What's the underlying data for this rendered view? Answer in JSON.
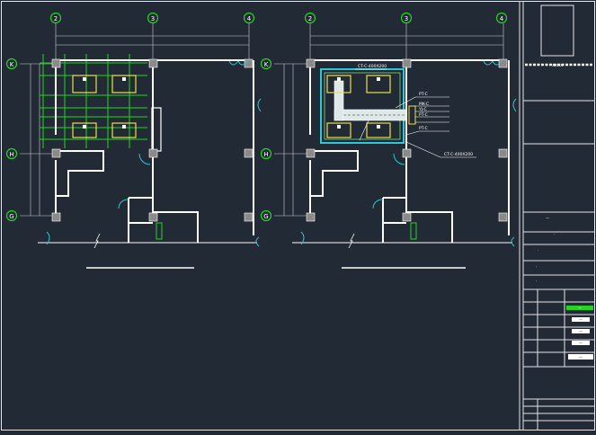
{
  "colors": {
    "background": "#222a35",
    "frame": "#e6e6e6",
    "wall": "#ffffff",
    "grid_green": "#22d622",
    "door_cyan": "#2fc6d8",
    "light_yellow": "#e8e04a",
    "duct_green": "#7fe07f",
    "column_fill": "#8a8a8a",
    "dimension": "#cfcfcf"
  },
  "axes": {
    "left_plan": {
      "columns": [
        "2",
        "3",
        "4"
      ],
      "rows": [
        "K",
        "H",
        "G"
      ]
    },
    "right_plan": {
      "columns": [
        "2",
        "3",
        "4"
      ],
      "rows": [
        "K",
        "H",
        "G"
      ]
    }
  },
  "right_plan_annotations": {
    "duct_top": "CT-C-400X200",
    "duct_right": "CT-C-400X200",
    "note_1": "PT-C",
    "note_2": "MK-C",
    "note_3": "YJ-C",
    "note_4": "PT-C",
    "note_5": "PT-C"
  },
  "title_block": {
    "project_title": "xxxx",
    "row_texts": [
      "—",
      "·",
      "·",
      "·",
      "·"
    ],
    "legend_items": [
      "—",
      "—",
      "—",
      "—",
      "—"
    ]
  }
}
